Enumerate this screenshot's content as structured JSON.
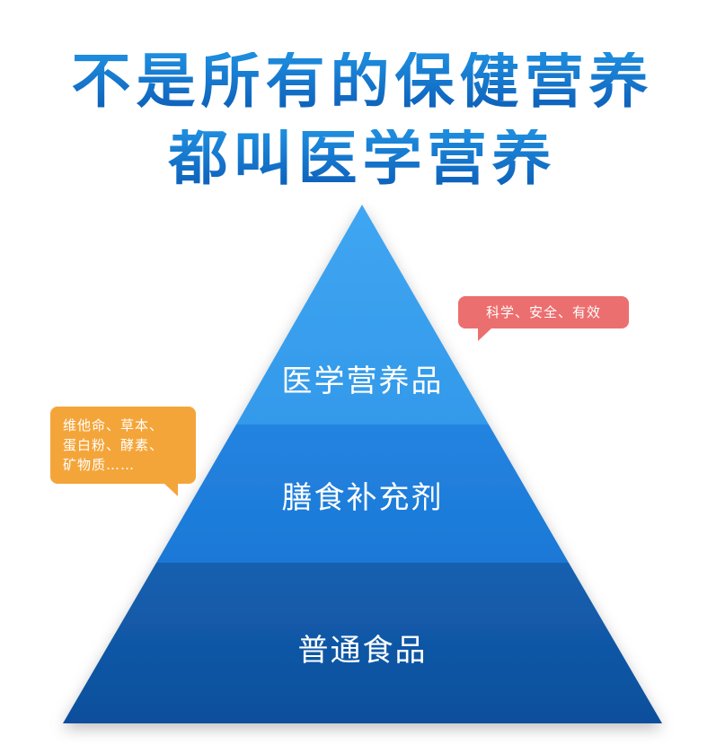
{
  "title": {
    "line1": "不是所有的保健营养",
    "line2": "都叫医学营养"
  },
  "pyramid": {
    "tiers": [
      {
        "label": "医学营养品",
        "color": "#3aa0ee"
      },
      {
        "label": "膳食补充剂",
        "color": "#1f7fdc"
      },
      {
        "label": "普通食品",
        "color": "#0f5aa8"
      }
    ]
  },
  "callouts": {
    "top": {
      "text": "科学、安全、有效",
      "color": "#ec6f6f"
    },
    "middle": {
      "lines": [
        "维他命、草本、",
        "蛋白粉、酵素、",
        "矿物质……"
      ],
      "color": "#f4a53a"
    }
  }
}
